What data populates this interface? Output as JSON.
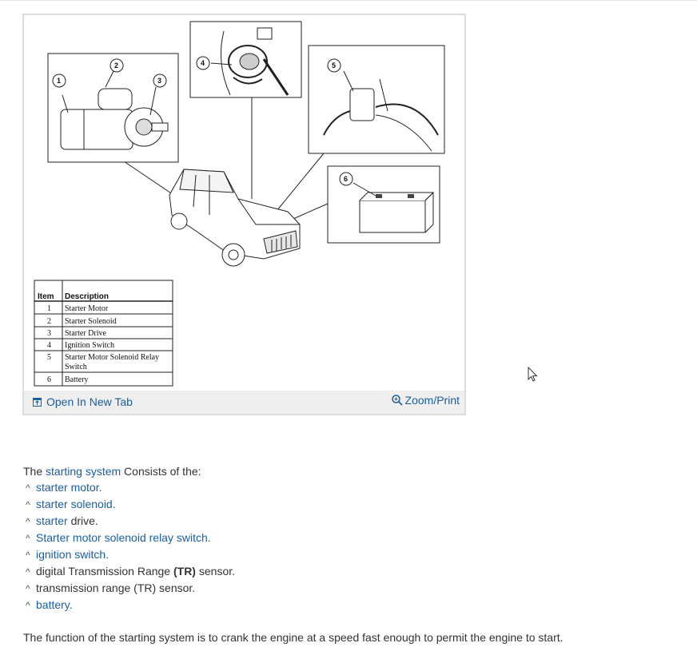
{
  "figure": {
    "callouts": [
      "1",
      "2",
      "3",
      "4",
      "5",
      "6"
    ],
    "table": {
      "headers": [
        "Item",
        "Description"
      ],
      "rows": [
        {
          "item": "1",
          "desc": "Starter Motor"
        },
        {
          "item": "2",
          "desc": "Starter Solenoid"
        },
        {
          "item": "3",
          "desc": "Starter Drive"
        },
        {
          "item": "4",
          "desc": "Ignition Switch"
        },
        {
          "item": "5",
          "desc_line1": "Starter Motor Solenoid Relay",
          "desc_line2": "Switch"
        },
        {
          "item": "6",
          "desc": "Battery"
        }
      ]
    },
    "toolbar": {
      "open_tab_label": "Open In New Tab",
      "open_tab_icon": "open-in-new-tab-icon",
      "zoom_label": "Zoom/Print",
      "zoom_icon": "magnifier-plus-icon"
    }
  },
  "content": {
    "intro": {
      "link": "starting system",
      "rest": " Consists of the:",
      "lead": "The "
    },
    "bullet_marker": "^",
    "list": [
      {
        "link": "starter motor.",
        "rest": ""
      },
      {
        "link": "starter solenoid.",
        "rest": ""
      },
      {
        "link": "starter",
        "rest": " drive."
      },
      {
        "link": "Starter motor solenoid relay switch.",
        "rest": ""
      },
      {
        "link": "ignition switch.",
        "rest": ""
      },
      {
        "pre": "digital Transmission Range ",
        "bold": "(TR)",
        "post": " sensor."
      },
      {
        "plain": "transmission range (TR) sensor."
      },
      {
        "link": "battery.",
        "rest": ""
      }
    ],
    "closing": "The function of the starting system is to crank the engine at a speed fast enough to permit the engine to start."
  },
  "colors": {
    "link": "#1a5fa0",
    "text": "#333333",
    "toolbar_bg": "#efefef",
    "border": "#dcdcdc"
  }
}
